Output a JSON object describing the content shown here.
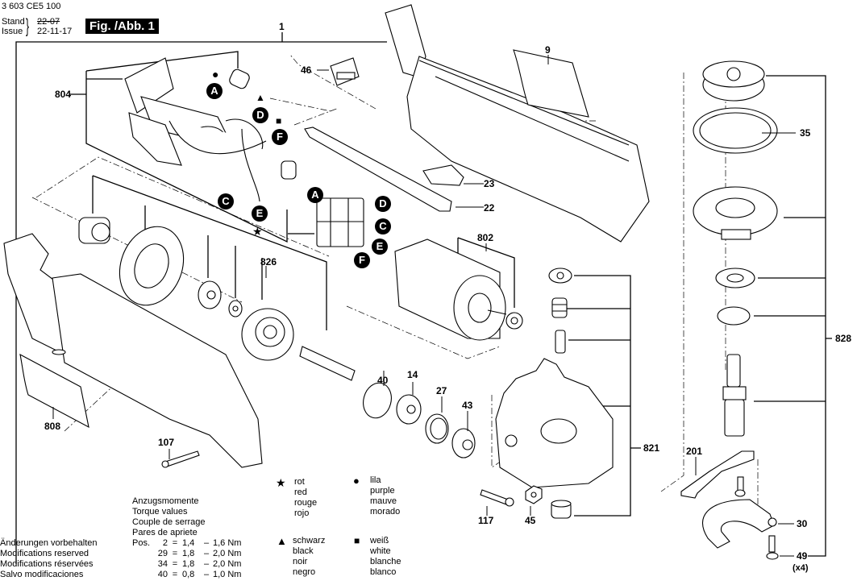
{
  "header": {
    "doc_number": "3 603 CE5 100",
    "stand_label": "Stand",
    "issue_label": "Issue",
    "stand_date_struck": "22-07",
    "issue_date": "22-11-17",
    "figure_title": "Fig. /Abb. 1"
  },
  "callouts": {
    "c1": "1",
    "c9": "9",
    "c14": "14",
    "c22": "22",
    "c23": "23",
    "c27": "27",
    "c30": "30",
    "c35": "35",
    "c40": "40",
    "c43": "43",
    "c45": "45",
    "c46": "46",
    "c49": "49",
    "c49_qty": "(x4)",
    "c107": "107",
    "c117": "117",
    "c201": "201",
    "c802": "802",
    "c804": "804",
    "c808": "808",
    "c821": "821",
    "c826": "826",
    "c828": "828"
  },
  "connectors": {
    "A": "A",
    "C": "C",
    "D": "D",
    "E": "E",
    "F": "F"
  },
  "markers": {
    "star": "★",
    "circle": "●",
    "triangle": "▲",
    "square": "■"
  },
  "legend": {
    "star": {
      "symbol": "★",
      "lines": [
        "rot",
        "red",
        "rouge",
        "rojo"
      ]
    },
    "circle": {
      "symbol": "●",
      "lines": [
        "lila",
        "purple",
        "mauve",
        "morado"
      ]
    },
    "triangle": {
      "symbol": "▲",
      "lines": [
        "schwarz",
        "black",
        "noir",
        "negro"
      ]
    },
    "square": {
      "symbol": "■",
      "lines": [
        "weiß",
        "white",
        "blanche",
        "blanco"
      ]
    }
  },
  "torque": {
    "headings": [
      "Anzugsmomente",
      "Torque values",
      "Couple de serrage",
      "Pares de apriete"
    ],
    "prefix": "Pos.",
    "rows": [
      {
        "pos": "2",
        "eq": "=",
        "min": "1,4",
        "dash": "–",
        "max": "1,6 Nm"
      },
      {
        "pos": "29",
        "eq": "=",
        "min": "1,8",
        "dash": "–",
        "max": "2,0 Nm"
      },
      {
        "pos": "34",
        "eq": "=",
        "min": "1,8",
        "dash": "–",
        "max": "2,0 Nm"
      },
      {
        "pos": "40",
        "eq": "=",
        "min": "0,8",
        "dash": "–",
        "max": "1,0 Nm"
      }
    ]
  },
  "disclaimer": [
    "Änderungen vorbehalten",
    "Modifications reserved",
    "Modifications réservées",
    "Salvo modificaciones"
  ]
}
